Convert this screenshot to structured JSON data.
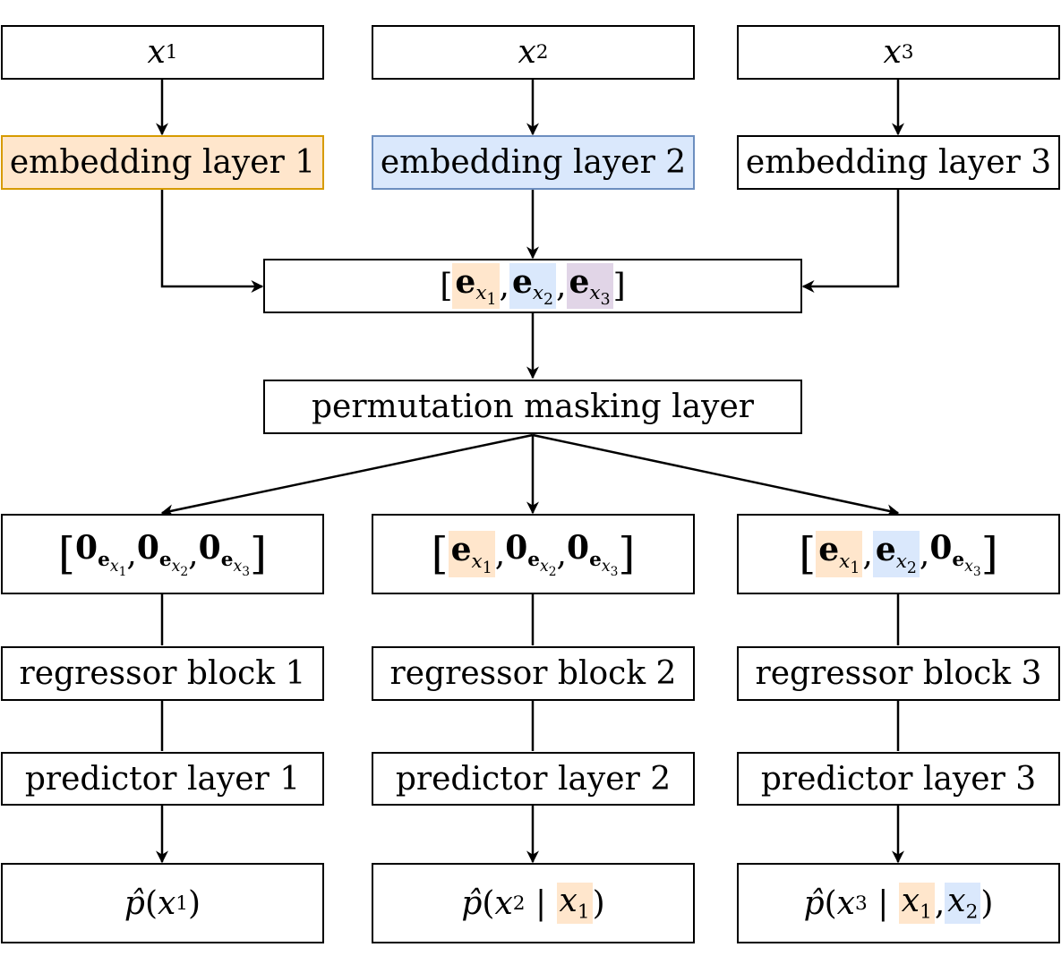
{
  "inputs": [
    {
      "var": "x",
      "sub": "1"
    },
    {
      "var": "x",
      "sub": "2"
    },
    {
      "var": "x",
      "sub": "3"
    }
  ],
  "embeddings": [
    {
      "label": "embedding layer 1",
      "color": "#ffe6cc",
      "border": "#d79b00"
    },
    {
      "label": "embedding layer 2",
      "color": "#dae8fc",
      "border": "#6c8ebf"
    },
    {
      "label": "embedding layer 3",
      "color": "#ffffff",
      "border": "#000000"
    }
  ],
  "concat": {
    "e": "e",
    "x": "x",
    "subs": [
      "1",
      "2",
      "3"
    ],
    "open": "[",
    "close": "]",
    "comma": ","
  },
  "masking": {
    "label": "permutation masking layer"
  },
  "masked": {
    "zero": "0",
    "e": "e",
    "x": "x",
    "open": "[",
    "close": "]",
    "comma": ",",
    "subs": [
      "1",
      "2",
      "3"
    ]
  },
  "regressors": [
    {
      "label": "regressor block 1"
    },
    {
      "label": "regressor block 2"
    },
    {
      "label": "regressor block 3"
    }
  ],
  "predictors": [
    {
      "label": "predictor layer 1"
    },
    {
      "label": "predictor layer 2"
    },
    {
      "label": "predictor layer 3"
    }
  ],
  "outputs": {
    "p": "p̂",
    "x": "x",
    "bar": "|",
    "open": "(",
    "close": ")",
    "comma": ",",
    "subs": [
      "1",
      "2",
      "3"
    ]
  },
  "colors": {
    "orange_fill": "#ffe6cc",
    "blue_fill": "#dae8fc",
    "purple_fill": "#e1d5e7"
  }
}
